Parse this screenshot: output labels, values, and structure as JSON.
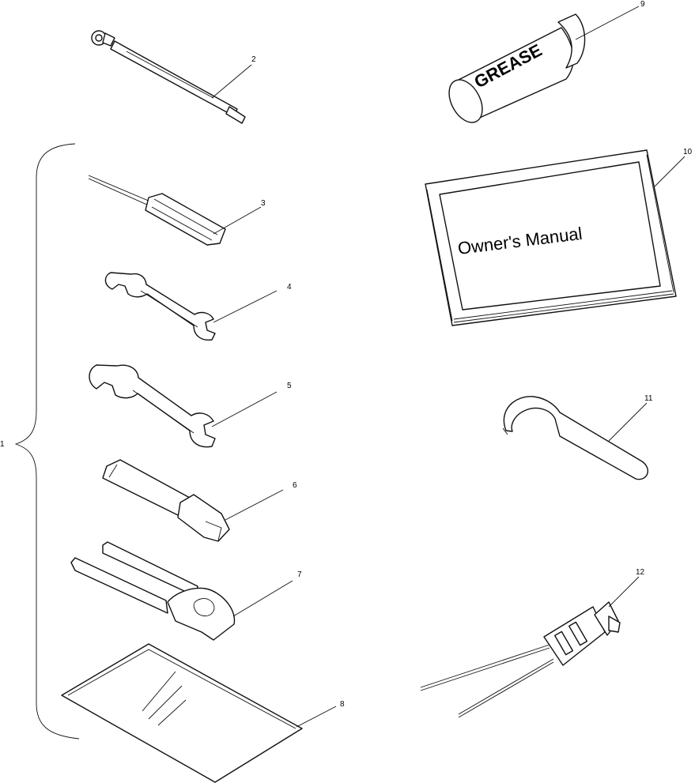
{
  "callouts": {
    "kit": "1",
    "n2": "2",
    "n3": "3",
    "n4": "4",
    "n5": "5",
    "n6": "6",
    "n7": "7",
    "n8": "8",
    "n9": "9",
    "n10": "10",
    "n11": "11",
    "n12": "12"
  },
  "labels": {
    "grease": "GREASE",
    "manual": "Owner's Manual"
  }
}
